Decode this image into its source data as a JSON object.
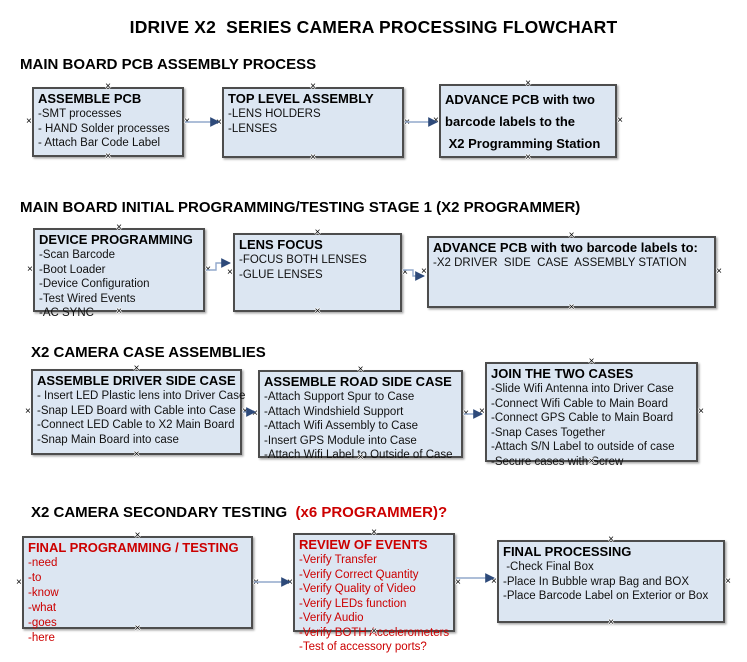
{
  "page_title": "IDRIVE X2  SERIES CAMERA PROCESSING FLOWCHART",
  "colors": {
    "box_fill": "#dce6f2",
    "box_border": "#4d4d4d",
    "red_accent": "#cc0000",
    "arrow_line": "#92a9cc",
    "arrow_head": "#2e4a7a",
    "text": "#111111"
  },
  "markers": {
    "name": "connection-point",
    "glyph": "×"
  },
  "sections": [
    {
      "heading": "MAIN BOARD PCB ASSEMBLY PROCESS",
      "heading_accent": "",
      "boxes": [
        {
          "title_lines": [
            "ASSEMBLE PCB"
          ],
          "items": [
            "-SMT processes",
            "- HAND Solder processes",
            "- Attach Bar Code Label"
          ],
          "red": false
        },
        {
          "title_lines": [
            "TOP LEVEL ASSEMBLY"
          ],
          "items": [
            "-LENS HOLDERS",
            "-LENSES"
          ],
          "red": false
        },
        {
          "title_lines": [
            "ADVANCE PCB with two",
            "barcode labels to the",
            " X2 Programming Station"
          ],
          "items": [],
          "red": false
        }
      ]
    },
    {
      "heading": "MAIN BOARD INITIAL PROGRAMMING/TESTING STAGE 1 (X2 PROGRAMMER)",
      "heading_accent": "",
      "boxes": [
        {
          "title_lines": [
            "DEVICE PROGRAMMING"
          ],
          "items": [
            "-Scan Barcode",
            "-Boot Loader",
            "-Device Configuration",
            "-Test Wired Events",
            "-AC SYNC"
          ],
          "red": false
        },
        {
          "title_lines": [
            "LENS FOCUS"
          ],
          "items": [
            "-FOCUS BOTH LENSES",
            "-GLUE LENSES"
          ],
          "red": false
        },
        {
          "title_lines": [
            "ADVANCE PCB with two barcode labels to:"
          ],
          "items": [
            "-X2 DRIVER  SIDE  CASE  ASSEMBLY STATION"
          ],
          "red": false
        }
      ]
    },
    {
      "heading": "X2 CAMERA CASE ASSEMBLIES",
      "heading_accent": "",
      "boxes": [
        {
          "title_lines": [
            "ASSEMBLE DRIVER SIDE CASE"
          ],
          "items": [
            "- Insert LED Plastic lens into Driver Case",
            "-Snap LED Board with Cable into Case",
            "-Connect LED Cable to X2 Main Board",
            "-Snap Main Board into case"
          ],
          "red": false
        },
        {
          "title_lines": [
            "ASSEMBLE ROAD SIDE CASE"
          ],
          "items": [
            "-Attach Support Spur to Case",
            "-Attach Windshield Support",
            "-Attach Wifi Assembly to Case",
            "-Insert GPS Module into Case",
            "-Attach Wifi Label to Outside of Case"
          ],
          "red": false
        },
        {
          "title_lines": [
            "JOIN THE TWO CASES"
          ],
          "items": [
            "-Slide Wifi Antenna into Driver Case",
            "-Connect Wifi Cable to Main Board",
            "-Connect GPS Cable to Main Board",
            "-Snap Cases Together",
            "-Attach S/N Label to outside of case",
            "-Secure cases with Screw"
          ],
          "red": false
        }
      ]
    },
    {
      "heading": "X2 CAMERA SECONDARY TESTING",
      "heading_accent": "  (x6 PROGRAMMER)?",
      "boxes": [
        {
          "title_lines": [
            "FINAL PROGRAMMING / TESTING"
          ],
          "items": [
            "-need",
            "-to",
            "-know",
            "-what",
            "-goes",
            "-here"
          ],
          "red": true
        },
        {
          "title_lines": [
            "REVIEW OF EVENTS"
          ],
          "items": [
            "-Verify Transfer",
            "-Verify Correct Quantity",
            "-Verify Quality of Video",
            "-Verify LEDs function",
            "-Verify Audio",
            "-Verify BOTH Accelerometers",
            "-Test of accessory ports?"
          ],
          "red": true
        },
        {
          "title_lines": [
            "FINAL PROCESSING"
          ],
          "items": [
            " -Check Final Box",
            "-Place In Bubble wrap Bag and BOX",
            "-Place Barcode Label on Exterior or Box"
          ],
          "red": false
        }
      ]
    }
  ]
}
